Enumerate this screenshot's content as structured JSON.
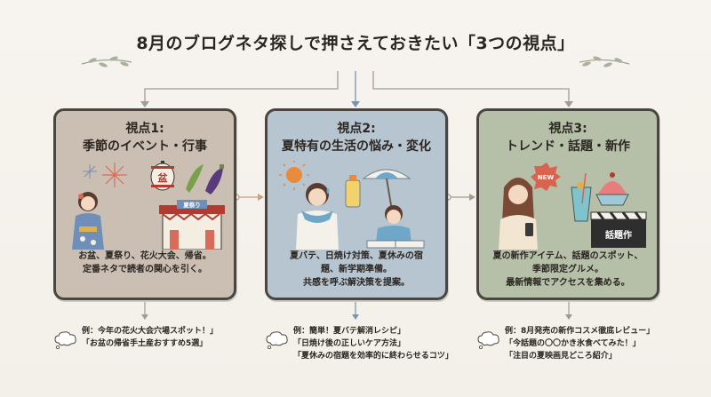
{
  "title": "8月のブログネタ探しで押さえておきたい「3つの視点」",
  "cards": [
    {
      "head1": "視点1:",
      "head2": "季節のイベント・行事",
      "body": [
        "お盆、夏祭り、花火大会、帰省。",
        "定番ネタで読者の関心を引く。"
      ],
      "badge_bon": "盆",
      "badge_festival": "夏祭り",
      "examples": [
        "例：今年の花火大会穴場スポット！」",
        "「お盆の帰省手土産おすすめ5選」"
      ]
    },
    {
      "head1": "視点2:",
      "head2": "夏特有の生活の悩み・変化",
      "body": [
        "夏バテ、日焼け対策、夏休みの宿",
        "題、新学期準備。",
        "共感を呼ぶ解決策を提案。"
      ],
      "examples": [
        "例：簡単！夏バテ解消レシピ」",
        "「日焼け後の正しいケア方法」",
        "「夏休みの宿題を効率的に終わらせるコツ」"
      ]
    },
    {
      "head1": "視点3:",
      "head2": "トレンド・話題・新作",
      "body": [
        "夏の新作アイテム、話題のスポット、",
        "季節限定グルメ。",
        "最新情報でアクセスを集める。"
      ],
      "badge_new": "NEW",
      "badge_topic": "話題作",
      "examples": [
        "例：8月発売の新作コスメ徹底レビュー」",
        "「今話題の〇〇かき氷食べてみた！」",
        "「注目の夏映画見どころ紹介」"
      ]
    }
  ]
}
